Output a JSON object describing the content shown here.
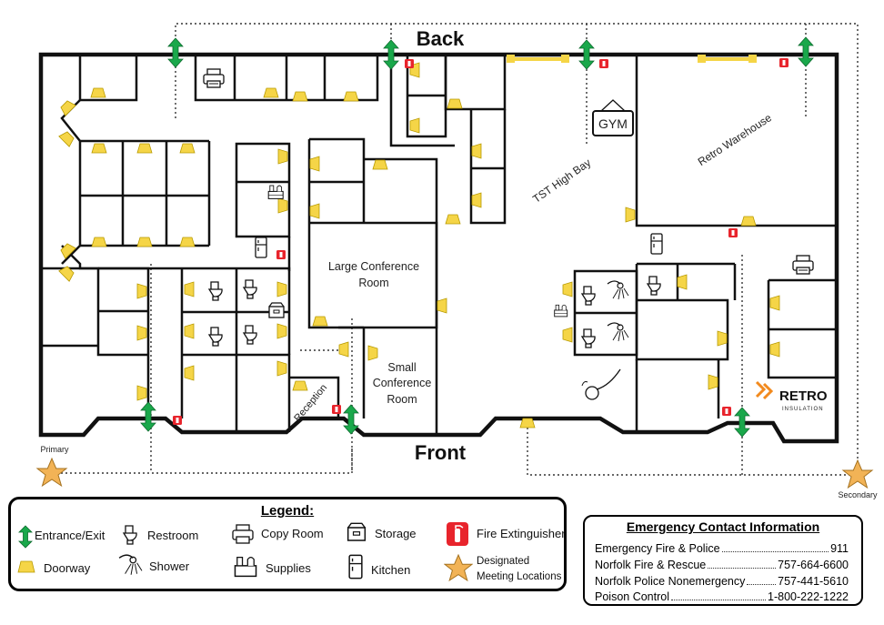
{
  "labels": {
    "back": "Back",
    "front": "Front",
    "primary": "Primary",
    "secondary": "Secondary",
    "gym": "GYM",
    "tst_high_bay": "TST High Bay",
    "retro_warehouse": "Retro Warehouse",
    "large_conference_line1": "Large Conference",
    "large_conference_line2": "Room",
    "small_conference_line1": "Small",
    "small_conference_line2": "Conference",
    "small_conference_line3": "Room",
    "reception": "Reception",
    "retro_logo_main": "RETRO",
    "retro_logo_sub": "INSULATION"
  },
  "legend": {
    "title": "Legend:",
    "entrance_exit": "Entrance/Exit",
    "doorway": "Doorway",
    "restroom": "Restroom",
    "shower": "Shower",
    "copy_room": "Copy Room",
    "supplies": "Supplies",
    "storage": "Storage",
    "kitchen": "Kitchen",
    "fire_extinguisher": "Fire Extinguisher",
    "meeting_line1": "Designated",
    "meeting_line2": "Meeting Locations"
  },
  "emergency": {
    "title": "Emergency Contact Information",
    "contacts": [
      {
        "name": "Emergency Fire & Police",
        "number": "911"
      },
      {
        "name": "Norfolk Fire & Rescue",
        "number": "757-664-6600"
      },
      {
        "name": "Norfolk Police Nonemergency",
        "number": "757-441-5610"
      },
      {
        "name": "Poison Control",
        "number": "1-800-222-1222"
      }
    ]
  },
  "colors": {
    "exit_green": "#1aa84b",
    "doorway_yellow": "#f5d547",
    "extinguisher_red": "#e8242c",
    "star_orange": "#f2b356",
    "retro_orange": "#f28a1e",
    "wall": "#111111"
  }
}
